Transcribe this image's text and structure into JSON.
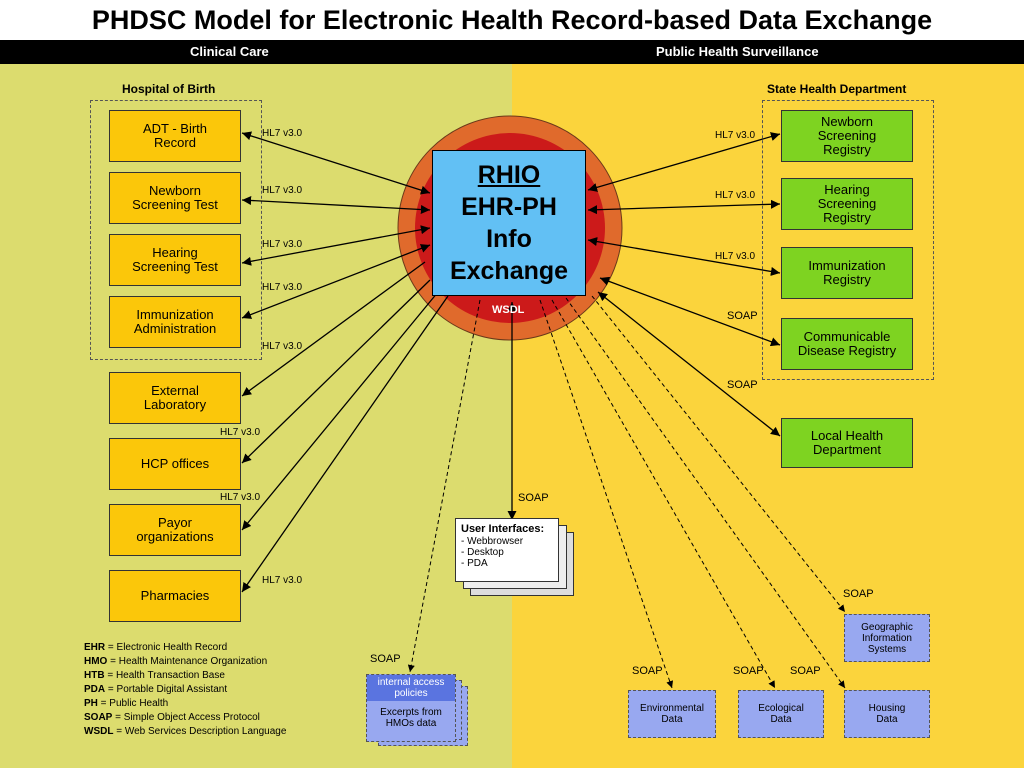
{
  "title": "PHDSC Model for Electronic Health Record-based Data Exchange",
  "header_band": {
    "left": "Clinical Care",
    "right": "Public Health Surveillance"
  },
  "groups": {
    "hospital": "Hospital of Birth",
    "state": "State Health Department"
  },
  "hospital_systems": [
    "ADT - Birth\nRecord",
    "Newborn\nScreening Test",
    "Hearing\nScreening Test",
    "Immunization\nAdministration"
  ],
  "other_clinical": [
    "External\nLaboratory",
    "HCP offices",
    "Payor\norganizations",
    "Pharmacies"
  ],
  "state_registries": [
    "Newborn\nScreening\nRegistry",
    "Hearing\nScreening\nRegistry",
    "Immunization\nRegistry",
    "Communicable\nDisease Registry"
  ],
  "local_health": "Local Health\nDepartment",
  "rhio": {
    "lines": [
      "RHIO",
      "EHR-PH",
      "Info",
      "Exchange"
    ],
    "wsdl": "WSDL"
  },
  "protocols": {
    "hl7": "HL7 v3.0",
    "soap": "SOAP"
  },
  "user_interfaces": {
    "title": "User Interfaces:",
    "items": [
      "- Webbrowser",
      "- Desktop",
      "- PDA"
    ]
  },
  "access": {
    "top": "internal access\npolicies",
    "bottom": "Excerpts from\nHMOs data"
  },
  "data_sources": [
    "Geographic\nInformation\nSystems",
    "Environmental\nData",
    "Ecological\nData",
    "Housing\nData"
  ],
  "legend": [
    {
      "abbr": "EHR",
      "text": " = Electronic Health Record"
    },
    {
      "abbr": "HMO",
      "text": " = Health Maintenance Organization"
    },
    {
      "abbr": "HTB",
      "text": " = Health Transaction Base"
    },
    {
      "abbr": "PDA",
      "text": " = Portable Digital Assistant"
    },
    {
      "abbr": "PH",
      "text": " = Public Health"
    },
    {
      "abbr": "SOAP",
      "text": " = Simple Object Access Protocol"
    },
    {
      "abbr": "WSDL",
      "text": " = Web Services Description Language"
    }
  ],
  "colors": {
    "clinical_bg": "#dcdc6e",
    "surveillance_bg": "#fbd43c",
    "clinical_box": "#fbc70a",
    "registry_box": "#7ed321",
    "rhio_box": "#62c0f4",
    "rhio_outer_ring": "#e06a2c",
    "rhio_inner": "#cc1a1a",
    "data_box": "#98a8f0"
  }
}
